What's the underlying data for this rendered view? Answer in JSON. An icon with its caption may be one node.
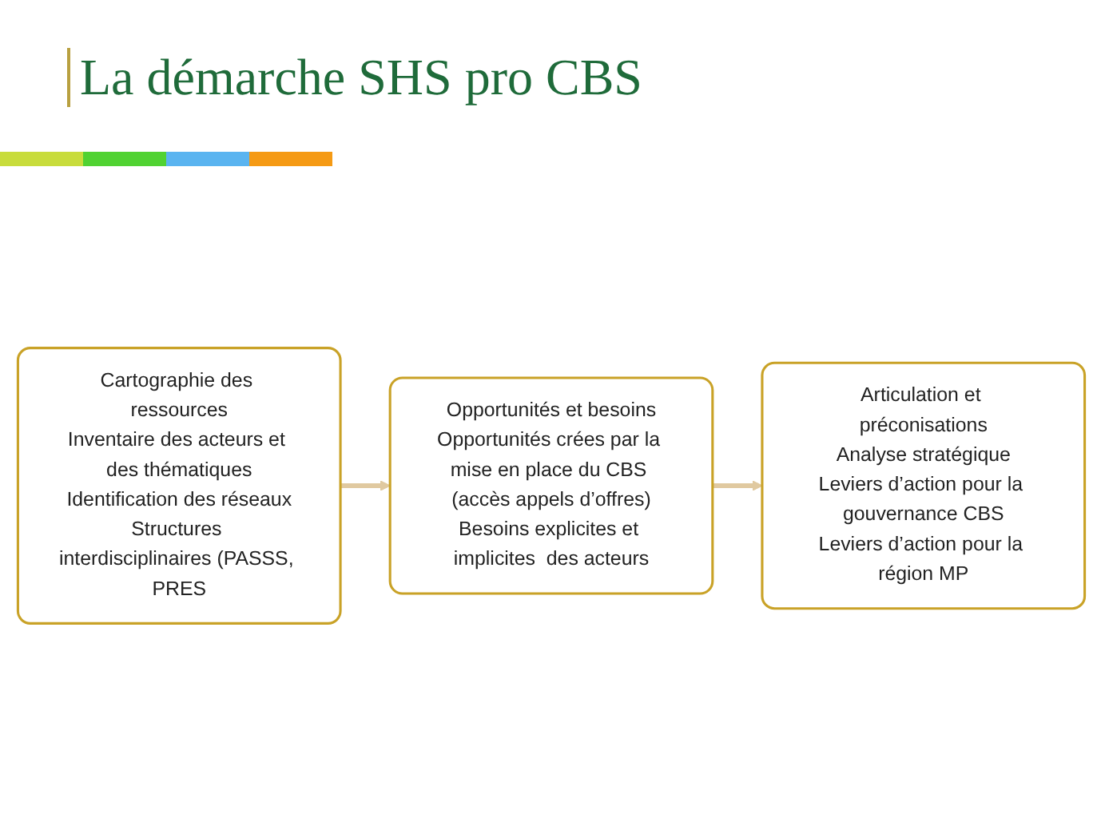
{
  "diagram": {
    "title": "La démarche SHS pro CBS",
    "nodes": [
      {
        "text": [
          "Cartographie des ressources",
          "Inventaire des acteurs et des thématiques",
          "Identification des réseaux",
          "Structures interdisciplinaires (PASSS, PRES"
        ]
      },
      {
        "text": [
          "Opportunités et besoins",
          "Opportunités crées par la mise en place du CBS (accès appels d’offres)",
          "Besoins explicites et implicites  des acteurs"
        ]
      },
      {
        "text": [
          "Articulation et préconisations",
          "Analyse stratégique",
          "Leviers d’action pour la gouvernance CBS",
          "Leviers d’action pour la région MP"
        ]
      }
    ],
    "edges": [
      {
        "from": 0,
        "to": 1,
        "arrow": "to"
      },
      {
        "from": 1,
        "to": 2,
        "arrow": "to"
      }
    ]
  }
}
